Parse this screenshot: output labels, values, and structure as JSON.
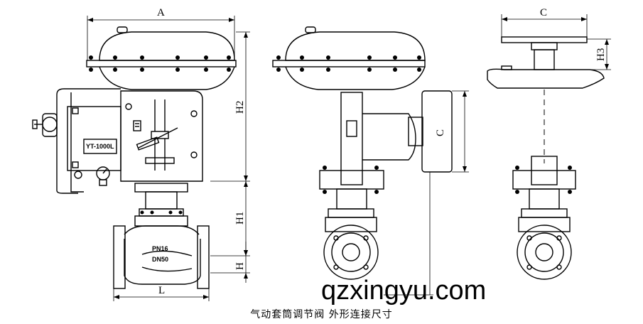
{
  "dimensions": {
    "A": "A",
    "C_top": "C",
    "C_side": "C",
    "H2": "H2",
    "H1": "H1",
    "H": "H",
    "H3": "H3",
    "L": "L"
  },
  "positioner_label": "YT-1000L",
  "body_pressure": "PN16",
  "body_size": "DN50",
  "caption": "气动套筒调节阀   外形连接尺寸",
  "watermark": "qzxingyu.com",
  "colors": {
    "line": "#000000",
    "background": "#ffffff"
  }
}
